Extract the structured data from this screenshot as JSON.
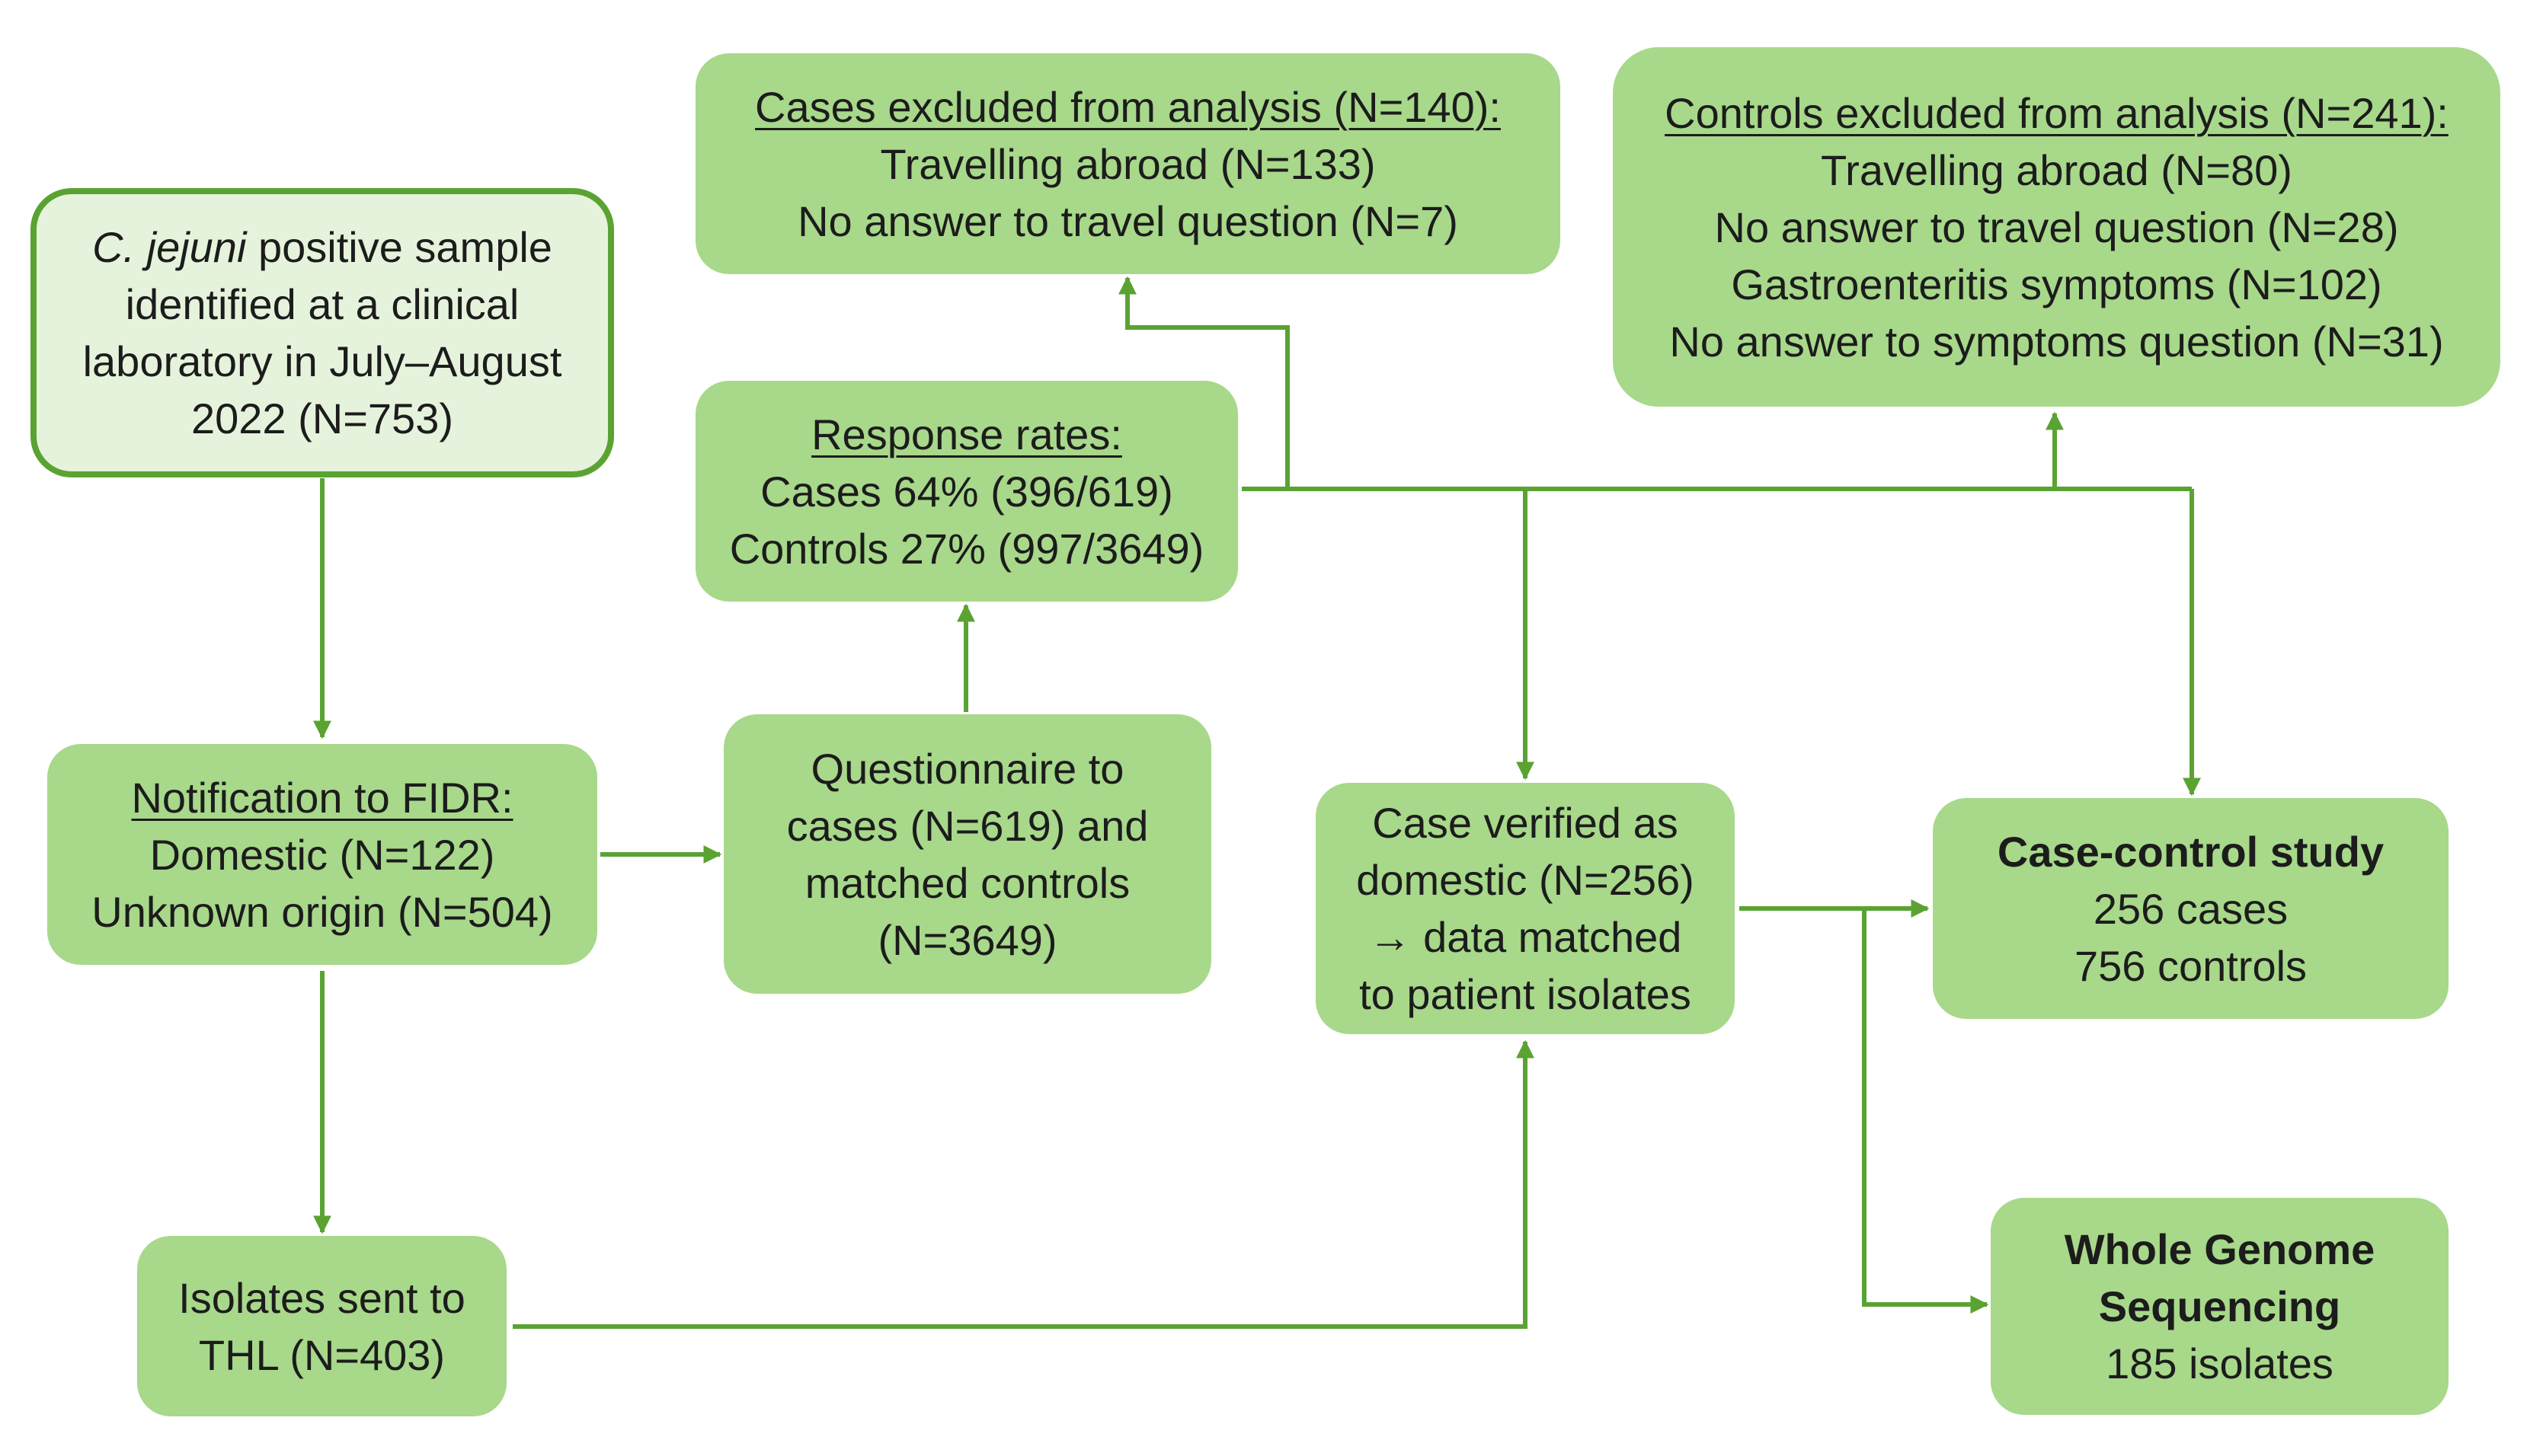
{
  "colors": {
    "box_fill": "#a8d88a",
    "start_fill": "#e6f3dc",
    "line": "#5aa332"
  },
  "start": {
    "species": "C. jejuni",
    "line1_rest": " positive sample",
    "line2": "identified at a clinical",
    "line3": "laboratory in July–August",
    "line4": "2022 (N=753)"
  },
  "notification": {
    "title": "Notification to FIDR:",
    "line1": "Domestic (N=122)",
    "line2": "Unknown origin (N=504)"
  },
  "isolates": {
    "line1": "Isolates sent to",
    "line2": "THL (N=403)"
  },
  "questionnaire": {
    "line1": "Questionnaire to",
    "line2": "cases (N=619) and",
    "line3": "matched controls",
    "line4": "(N=3649)"
  },
  "response": {
    "title": "Response rates:",
    "line1": "Cases 64% (396/619)",
    "line2": "Controls 27% (997/3649)"
  },
  "cases_excluded": {
    "title": "Cases excluded from analysis (N=140):",
    "line1": "Travelling abroad (N=133)",
    "line2": "No answer to travel question (N=7)"
  },
  "controls_excluded": {
    "title": "Controls excluded from analysis (N=241):",
    "line1": "Travelling abroad (N=80)",
    "line2": "No answer to travel question (N=28)",
    "line3": "Gastroenteritis symptoms (N=102)",
    "line4": "No answer to symptoms question (N=31)"
  },
  "verified": {
    "line1": "Case verified as",
    "line2": "domestic (N=256)",
    "line3": "→ data matched",
    "line4": "to patient isolates"
  },
  "case_control": {
    "title": "Case-control study",
    "line1": "256 cases",
    "line2": "756 controls"
  },
  "wgs": {
    "title1": "Whole Genome",
    "title2": "Sequencing",
    "line1": "185 isolates"
  }
}
